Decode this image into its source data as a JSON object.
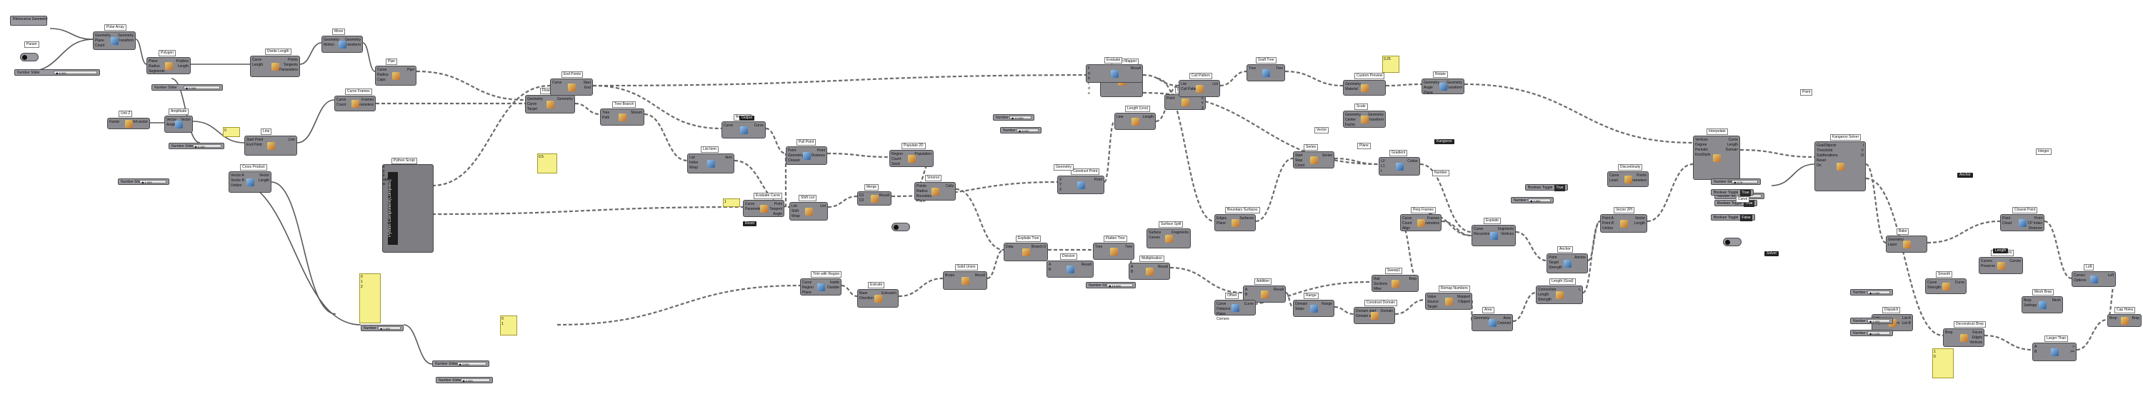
{
  "title": "Rhinoceros Geometry",
  "nodes": [
    {
      "label": "Polar Array",
      "inputs": [
        "Geometry",
        "Plane",
        "Count"
      ],
      "outputs": [
        "Geometry",
        "Transform"
      ]
    },
    {
      "label": "Polygon",
      "inputs": [
        "Plane",
        "Radius",
        "Segments"
      ],
      "outputs": [
        "Polyline",
        "Length"
      ]
    },
    {
      "label": "Divide Length",
      "inputs": [
        "Curve",
        "Length"
      ],
      "outputs": [
        "Points",
        "Tangents",
        "Parameters"
      ]
    },
    {
      "label": "Move",
      "inputs": [
        "Geometry",
        "Motion"
      ],
      "outputs": [
        "Geometry",
        "Transform"
      ]
    },
    {
      "label": "Pipe",
      "inputs": [
        "Curve",
        "Radius",
        "Caps"
      ],
      "outputs": [
        "Pipe"
      ]
    },
    {
      "label": "Curve Frames",
      "inputs": [
        "Curve",
        "Count"
      ],
      "outputs": [
        "Frames",
        "Parameters"
      ]
    },
    {
      "label": "Amplitude",
      "inputs": [
        "Vector",
        "Amplitude"
      ],
      "outputs": [
        "Vector"
      ]
    },
    {
      "label": "Line",
      "inputs": [
        "Start Point",
        "End Point"
      ],
      "outputs": [
        "Line"
      ]
    },
    {
      "label": "Unit Z",
      "inputs": [
        "Factor"
      ],
      "outputs": [
        "Unit vector"
      ]
    },
    {
      "label": "Cross Product",
      "inputs": [
        "Vector A",
        "Vector B",
        "Unitize"
      ],
      "outputs": [
        "Vector",
        "Length"
      ]
    },
    {
      "label": "Flow",
      "inputs": [
        "Geometry",
        "Curve",
        "Target"
      ],
      "outputs": [
        "Geometry"
      ]
    },
    {
      "label": "Tree Branch",
      "inputs": [
        "Tree",
        "Path"
      ],
      "outputs": [
        "Stream"
      ]
    },
    {
      "label": "List Item",
      "inputs": [
        "List",
        "Index",
        "Wrap"
      ],
      "outputs": [
        "Item"
      ]
    },
    {
      "label": "Merge",
      "inputs": [
        "D1",
        "D2"
      ],
      "outputs": [
        "Result"
      ]
    },
    {
      "label": "Shift List",
      "inputs": [
        "List",
        "Shift",
        "Wrap"
      ],
      "outputs": [
        "List"
      ]
    },
    {
      "label": "Construct Point",
      "inputs": [
        "X",
        "Y",
        "Z"
      ],
      "outputs": [
        "Point"
      ]
    },
    {
      "label": "Length (Line)",
      "inputs": [
        "Line"
      ],
      "outputs": [
        "Length"
      ]
    },
    {
      "label": "Graph Mapper",
      "inputs": [
        "Curve",
        "Numbers"
      ],
      "outputs": [
        "Numbers"
      ]
    },
    {
      "label": "Evaluate",
      "inputs": [
        "F",
        "a",
        "b",
        "c",
        "d",
        "e"
      ],
      "outputs": [
        "Result"
      ]
    },
    {
      "label": "Deconstruct",
      "inputs": [
        "Point"
      ],
      "outputs": [
        "X",
        "Y",
        "Z"
      ]
    },
    {
      "label": "Kangaroo Solver",
      "inputs": [
        "GoalObjects",
        "Threshold",
        "SubIterations",
        "Reset",
        "On"
      ],
      "outputs": [
        "I",
        "V",
        "O"
      ]
    },
    {
      "label": "Anchor",
      "inputs": [
        "Point",
        "Target",
        "Strength"
      ],
      "outputs": [
        "Anchor"
      ]
    },
    {
      "label": "Length (Goal)",
      "inputs": [
        "Connection",
        "Length",
        "Strength"
      ],
      "outputs": [
        "L"
      ]
    },
    {
      "label": "Bake",
      "inputs": [
        "Geometry",
        "Layer"
      ],
      "outputs": []
    },
    {
      "label": "Loft",
      "inputs": [
        "Curves",
        "Options"
      ],
      "outputs": [
        "Loft"
      ]
    },
    {
      "label": "Cap Holes",
      "inputs": [
        "Brep"
      ],
      "outputs": [
        "Brep"
      ]
    },
    {
      "label": "Interpolate",
      "inputs": [
        "Vertices",
        "Degree",
        "Periodic",
        "KnotStyle"
      ],
      "outputs": [
        "Curve",
        "Length",
        "Domain"
      ]
    },
    {
      "label": "Graft Tree",
      "inputs": [
        "Tree"
      ],
      "outputs": [
        "Tree"
      ]
    },
    {
      "label": "Cull Pattern",
      "inputs": [
        "List",
        "Cull Pattern"
      ],
      "outputs": [
        "List"
      ]
    },
    {
      "label": "Series",
      "inputs": [
        "Start",
        "Step",
        "Count"
      ],
      "outputs": [
        "Series"
      ]
    },
    {
      "label": "Gradient",
      "inputs": [
        "L0",
        "L1",
        "t"
      ],
      "outputs": [
        "Colour"
      ]
    },
    {
      "label": "Custom Preview",
      "inputs": [
        "Geometry",
        "Material"
      ],
      "outputs": []
    },
    {
      "label": "Scale",
      "inputs": [
        "Geometry",
        "Center",
        "Factor"
      ],
      "outputs": [
        "Geometry",
        "Transform"
      ]
    },
    {
      "label": "Rotate",
      "inputs": [
        "Geometry",
        "Angle",
        "Plane"
      ],
      "outputs": [
        "Geometry",
        "Transform"
      ]
    },
    {
      "label": "Explode Tree",
      "inputs": [
        "Data"
      ],
      "outputs": [
        "Branch 0"
      ]
    },
    {
      "label": "Flatten Tree",
      "inputs": [
        "Tree"
      ],
      "outputs": [
        "Tree"
      ]
    },
    {
      "label": "Division",
      "inputs": [
        "A",
        "B"
      ],
      "outputs": [
        "Result"
      ]
    },
    {
      "label": "Multiplication",
      "inputs": [
        "A",
        "B"
      ],
      "outputs": [
        "Result"
      ]
    },
    {
      "label": "Addition",
      "inputs": [
        "A",
        "B"
      ],
      "outputs": [
        "Result"
      ]
    },
    {
      "label": "Range",
      "inputs": [
        "Domain",
        "Steps"
      ],
      "outputs": [
        "Range"
      ]
    },
    {
      "label": "Construct Domain",
      "inputs": [
        "Domain start",
        "Domain end"
      ],
      "outputs": [
        "Domain"
      ]
    },
    {
      "label": "Remap Numbers",
      "inputs": [
        "Value",
        "Source",
        "Target"
      ],
      "outputs": [
        "Mapped",
        "Clipped"
      ]
    },
    {
      "label": "Area",
      "inputs": [
        "Geometry"
      ],
      "outputs": [
        "Area",
        "Centroid"
      ]
    },
    {
      "label": "Vector 2Pt",
      "inputs": [
        "Point A",
        "Point B",
        "Unitize"
      ],
      "outputs": [
        "Vector",
        "Length"
      ]
    },
    {
      "label": "Discontinuity",
      "inputs": [
        "Curve",
        "Level"
      ],
      "outputs": [
        "Points",
        "Parameters"
      ]
    },
    {
      "label": "Explode",
      "inputs": [
        "Curve",
        "Recursive"
      ],
      "outputs": [
        "Segments",
        "Vertices"
      ]
    },
    {
      "label": "Perp Frames",
      "inputs": [
        "Curve",
        "Count",
        "Align"
      ],
      "outputs": [
        "Frames",
        "Parameters"
      ]
    },
    {
      "label": "Sweep1",
      "inputs": [
        "Rail",
        "Sections",
        "Miter"
      ],
      "outputs": [
        "Brep"
      ]
    },
    {
      "label": "Offset",
      "inputs": [
        "Curve",
        "Distance",
        "Plane",
        "Corners"
      ],
      "outputs": [
        "Curve"
      ]
    },
    {
      "label": "Surface Split",
      "inputs": [
        "Surface",
        "Curves"
      ],
      "outputs": [
        "Fragments"
      ]
    },
    {
      "label": "Boundary Surfaces",
      "inputs": [
        "Edges",
        "Plane"
      ],
      "outputs": [
        "Surfaces"
      ]
    },
    {
      "label": "Closest Point",
      "inputs": [
        "Point",
        "Cloud"
      ],
      "outputs": [
        "Point",
        "CP Index",
        "Distance"
      ]
    },
    {
      "label": "Join Curves",
      "inputs": [
        "Curves",
        "Preserve"
      ],
      "outputs": [
        "Curves"
      ]
    },
    {
      "label": "Smooth",
      "inputs": [
        "Curve",
        "Strength"
      ],
      "outputs": [
        "Curve"
      ]
    },
    {
      "label": "Mesh Brep",
      "inputs": [
        "Brep",
        "Settings"
      ],
      "outputs": [
        "Mesh"
      ]
    },
    {
      "label": "Deconstruct Brep",
      "inputs": [
        "Brep"
      ],
      "outputs": [
        "Faces",
        "Edges",
        "Vertices"
      ]
    },
    {
      "label": "Dispatch",
      "inputs": [
        "List",
        "Dispatch pattern"
      ],
      "outputs": [
        "List A",
        "List B"
      ]
    },
    {
      "label": "Larger Than",
      "inputs": [
        "A",
        "B"
      ],
      "outputs": [
        ">",
        ">="
      ]
    },
    {
      "label": "Populate 2D",
      "inputs": [
        "Region",
        "Count",
        "Seed"
      ],
      "outputs": [
        "Population"
      ]
    },
    {
      "label": "Voronoi",
      "inputs": [
        "Points",
        "Radius",
        "Boundary",
        "Plane"
      ],
      "outputs": [
        "Cells"
      ]
    },
    {
      "label": "Trim with Region",
      "inputs": [
        "Curve",
        "Region",
        "Plane"
      ],
      "outputs": [
        "Inside",
        "Outside"
      ]
    },
    {
      "label": "Extrude",
      "inputs": [
        "Base",
        "Direction"
      ],
      "outputs": [
        "Extrusion"
      ]
    },
    {
      "label": "Solid Union",
      "inputs": [
        "Breps"
      ],
      "outputs": [
        "Result"
      ]
    },
    {
      "label": "Pull Point",
      "inputs": [
        "Point",
        "Geometry",
        "Closest"
      ],
      "outputs": [
        "Point",
        "Distance"
      ]
    },
    {
      "label": "Evaluate Curve",
      "inputs": [
        "Curve",
        "Parameter"
      ],
      "outputs": [
        "Point",
        "Tangent",
        "Angle"
      ]
    },
    {
      "label": "End Points",
      "inputs": [
        "Curve"
      ],
      "outputs": [
        "Start",
        "End"
      ]
    },
    {
      "label": "Reverse",
      "inputs": [
        "Curve"
      ],
      "outputs": [
        "Curve"
      ]
    }
  ],
  "python": {
    "label": "Python Script",
    "title": "Python Component(Compiled)",
    "inputs": [
      "x",
      "y",
      "z"
    ],
    "outputs": [
      "out",
      "a"
    ]
  },
  "sliders": [
    {
      "label": "Number Slider",
      "value": "◆ 5.000"
    },
    {
      "label": "Number Slider",
      "value": "◆ 2.000"
    },
    {
      "label": "Number Slider",
      "value": "◆ 0.150"
    },
    {
      "label": "Number Slider",
      "value": "◆ 1.000"
    },
    {
      "label": "Number Slider",
      "value": "◆ 0.500"
    },
    {
      "label": "Number Slider",
      "value": "◆ 3.000"
    },
    {
      "label": "Number Slider",
      "value": "◆ 0.250"
    },
    {
      "label": "Number Slider",
      "value": "◆ 10.000"
    },
    {
      "label": "Number Slider",
      "value": "◆ 0.75"
    },
    {
      "label": "Number Slider",
      "value": "◆ 6.000"
    },
    {
      "label": "Number Slider",
      "value": "◆ 0.100"
    },
    {
      "label": "Number Slider",
      "value": "◆ 4.000"
    },
    {
      "label": "Number Slider",
      "value": "◆ 0.125"
    },
    {
      "label": "Number Slider",
      "value": "◆ 2.500"
    },
    {
      "label": "Number Slider",
      "value": "◆ 12.000"
    },
    {
      "label": "Number Slider",
      "value": "◆ 8.000"
    }
  ],
  "toggles": [
    {
      "label": "Boolean Toggle",
      "value": "True"
    },
    {
      "label": "Boolean Toggle",
      "value": "False"
    },
    {
      "label": "Boolean Toggle",
      "value": "True"
    },
    {
      "label": "Boolean Toggle",
      "value": "True"
    }
  ],
  "panels": [
    {
      "text": "0\n1\n2"
    },
    {
      "text": "0.5"
    },
    {
      "text": "1"
    },
    {
      "text": "0"
    },
    {
      "text": "0.25"
    },
    {
      "text": "0\n1"
    },
    {
      "text": "1\n0"
    }
  ],
  "dark_labels": [
    "Kangaroo",
    "Goals",
    "Anchor",
    "Length",
    "Solver",
    "Reset",
    "Output"
  ],
  "tags": [
    "Param",
    "Point",
    "Geometry",
    "Curve",
    "Vector",
    "Plane",
    "Number",
    "Integer"
  ]
}
